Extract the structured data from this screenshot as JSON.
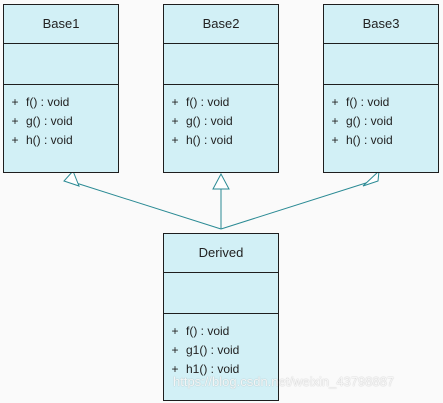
{
  "classes": [
    {
      "id": "base1",
      "name": "Base1",
      "operations": [
        {
          "visibility": "+",
          "signature": "f() : void"
        },
        {
          "visibility": "+",
          "signature": "g() : void"
        },
        {
          "visibility": "+",
          "signature": "h() : void"
        }
      ]
    },
    {
      "id": "base2",
      "name": "Base2",
      "operations": [
        {
          "visibility": "+",
          "signature": "f() : void"
        },
        {
          "visibility": "+",
          "signature": "g() : void"
        },
        {
          "visibility": "+",
          "signature": "h() : void"
        }
      ]
    },
    {
      "id": "base3",
      "name": "Base3",
      "operations": [
        {
          "visibility": "+",
          "signature": "f() : void"
        },
        {
          "visibility": "+",
          "signature": "g() : void"
        },
        {
          "visibility": "+",
          "signature": "h() : void"
        }
      ]
    },
    {
      "id": "derived",
      "name": "Derived",
      "operations": [
        {
          "visibility": "+",
          "signature": "f() : void"
        },
        {
          "visibility": "+",
          "signature": "g1() : void"
        },
        {
          "visibility": "+",
          "signature": "h1() : void"
        }
      ]
    }
  ],
  "relations": [
    {
      "type": "generalization",
      "from": "derived",
      "to": "base1"
    },
    {
      "type": "generalization",
      "from": "derived",
      "to": "base2"
    },
    {
      "type": "generalization",
      "from": "derived",
      "to": "base3"
    }
  ],
  "colors": {
    "class_fill": "#d2f0f6",
    "class_border": "#1e1e1e",
    "connector": "#2a8a94"
  },
  "watermark": "https://blog.csdn.net/weixin_43798887"
}
